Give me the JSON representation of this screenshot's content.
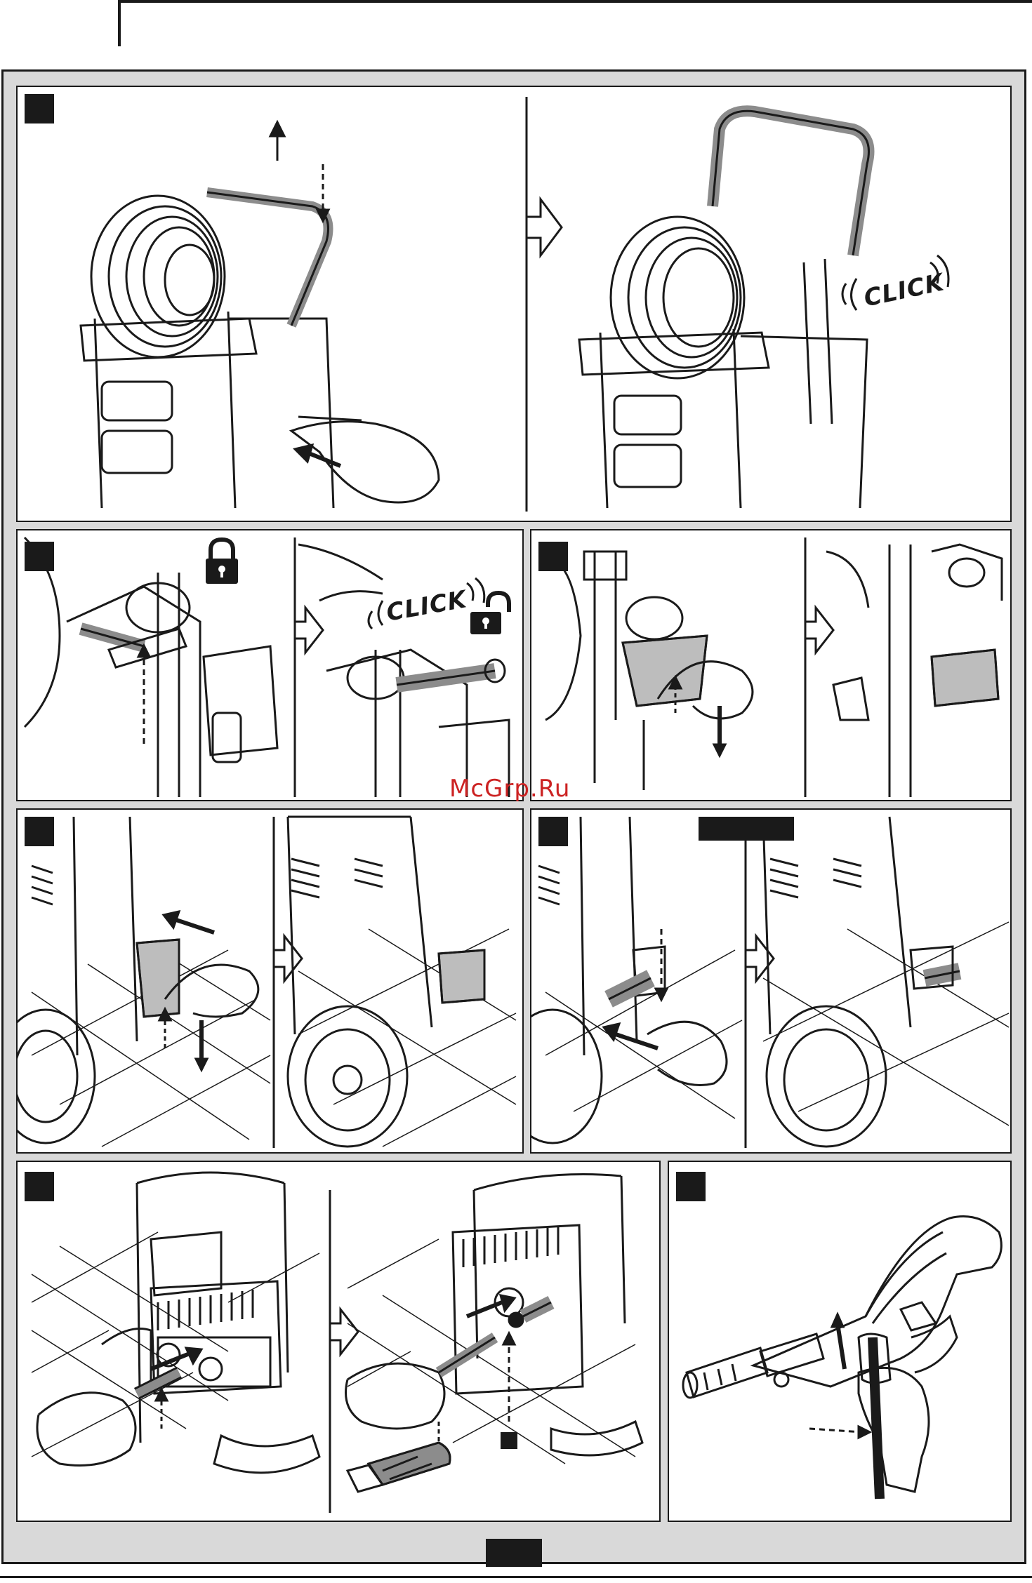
{
  "watermark": "McGrp.Ru",
  "panels": {
    "handle": {
      "click_label": "CLICK"
    },
    "lock": {
      "click_label": "CLICK",
      "icons": [
        "lock-closed-icon",
        "lock-open-icon"
      ]
    },
    "holder": {},
    "holder_side": {},
    "nozzle_park": {},
    "hose_connect": {},
    "gun": {}
  },
  "colors": {
    "ink": "#1a1a1a",
    "frame": "#d9d9d9",
    "part_grey": "#8c8c8c",
    "watermark": "#cc2222"
  }
}
